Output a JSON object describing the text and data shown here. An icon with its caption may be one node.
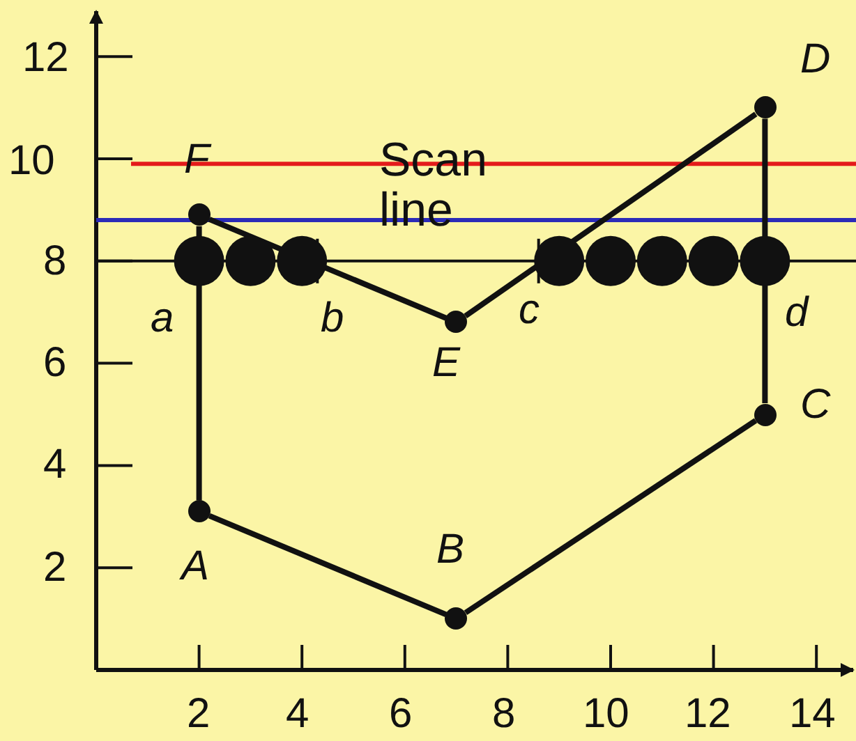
{
  "diagram": {
    "nodes": [
      {
        "text": [],
        "shape": "circle",
        "beside": [
          "A"
        ]
      },
      {
        "text": [],
        "shape": "circle",
        "beside": [
          "B"
        ]
      },
      {
        "text": [],
        "shape": "circle",
        "beside": [
          "C"
        ]
      },
      {
        "text": [],
        "shape": "circle",
        "beside": [
          "D"
        ]
      },
      {
        "text": [],
        "shape": "circle",
        "beside": [
          "E"
        ]
      },
      {
        "text": [],
        "shape": "circle",
        "beside": [
          "F"
        ]
      }
    ],
    "edges": [
      {
        "from": 0,
        "to": 1,
        "arrow": "none"
      },
      {
        "from": 1,
        "to": 2,
        "arrow": "none"
      },
      {
        "from": 2,
        "to": 3,
        "arrow": "none"
      },
      {
        "from": 3,
        "to": 4,
        "arrow": "none"
      },
      {
        "from": 4,
        "to": 5,
        "arrow": "none"
      },
      {
        "from": 5,
        "to": 0,
        "arrow": "none"
      }
    ],
    "labels": [
      "12",
      "10",
      "8",
      "6",
      "4",
      "2",
      "Scan line",
      "a",
      "b",
      "c",
      "d",
      "2",
      "4",
      "6",
      "8",
      "10",
      "12",
      "14"
    ]
  }
}
